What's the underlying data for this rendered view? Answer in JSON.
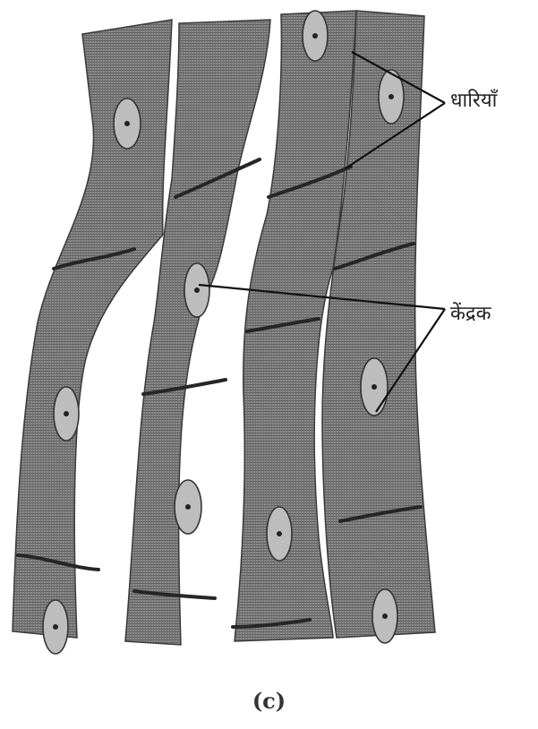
{
  "labels": {
    "striations": "धारियाँ",
    "nucleus": "केंद्रक"
  },
  "caption": "(c)",
  "colors": {
    "fiber_fill": "#8c8c8c",
    "fiber_stroke": "#3a3a3a",
    "grid_line": "#5e5e5e",
    "intercalated_disc": "#262626",
    "nucleus_fill": "#bdbdbd",
    "leader_line": "#111111"
  }
}
